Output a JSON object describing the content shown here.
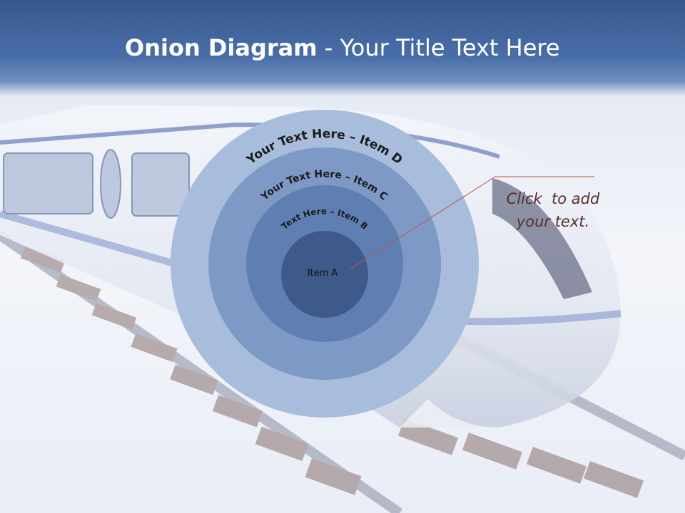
{
  "slide": {
    "title_bold": "Onion Diagram",
    "title_rest": " - Your Title Text Here"
  },
  "diagram": {
    "layers": [
      {
        "label": "Item A",
        "color": "#3f5a8a"
      },
      {
        "label": "Text Here – Item B",
        "color": "#5f7fb3"
      },
      {
        "label": "Your Text Here – Item C",
        "color": "#7e99c6"
      },
      {
        "label": "Your Text Here – Item D",
        "color": "#a8bcdb"
      }
    ]
  },
  "callout": {
    "line1": "Click  to add",
    "line2": "your text.",
    "line_color": "#c0504d"
  },
  "colors": {
    "header": "#36588f",
    "background": "#eef1f8"
  }
}
